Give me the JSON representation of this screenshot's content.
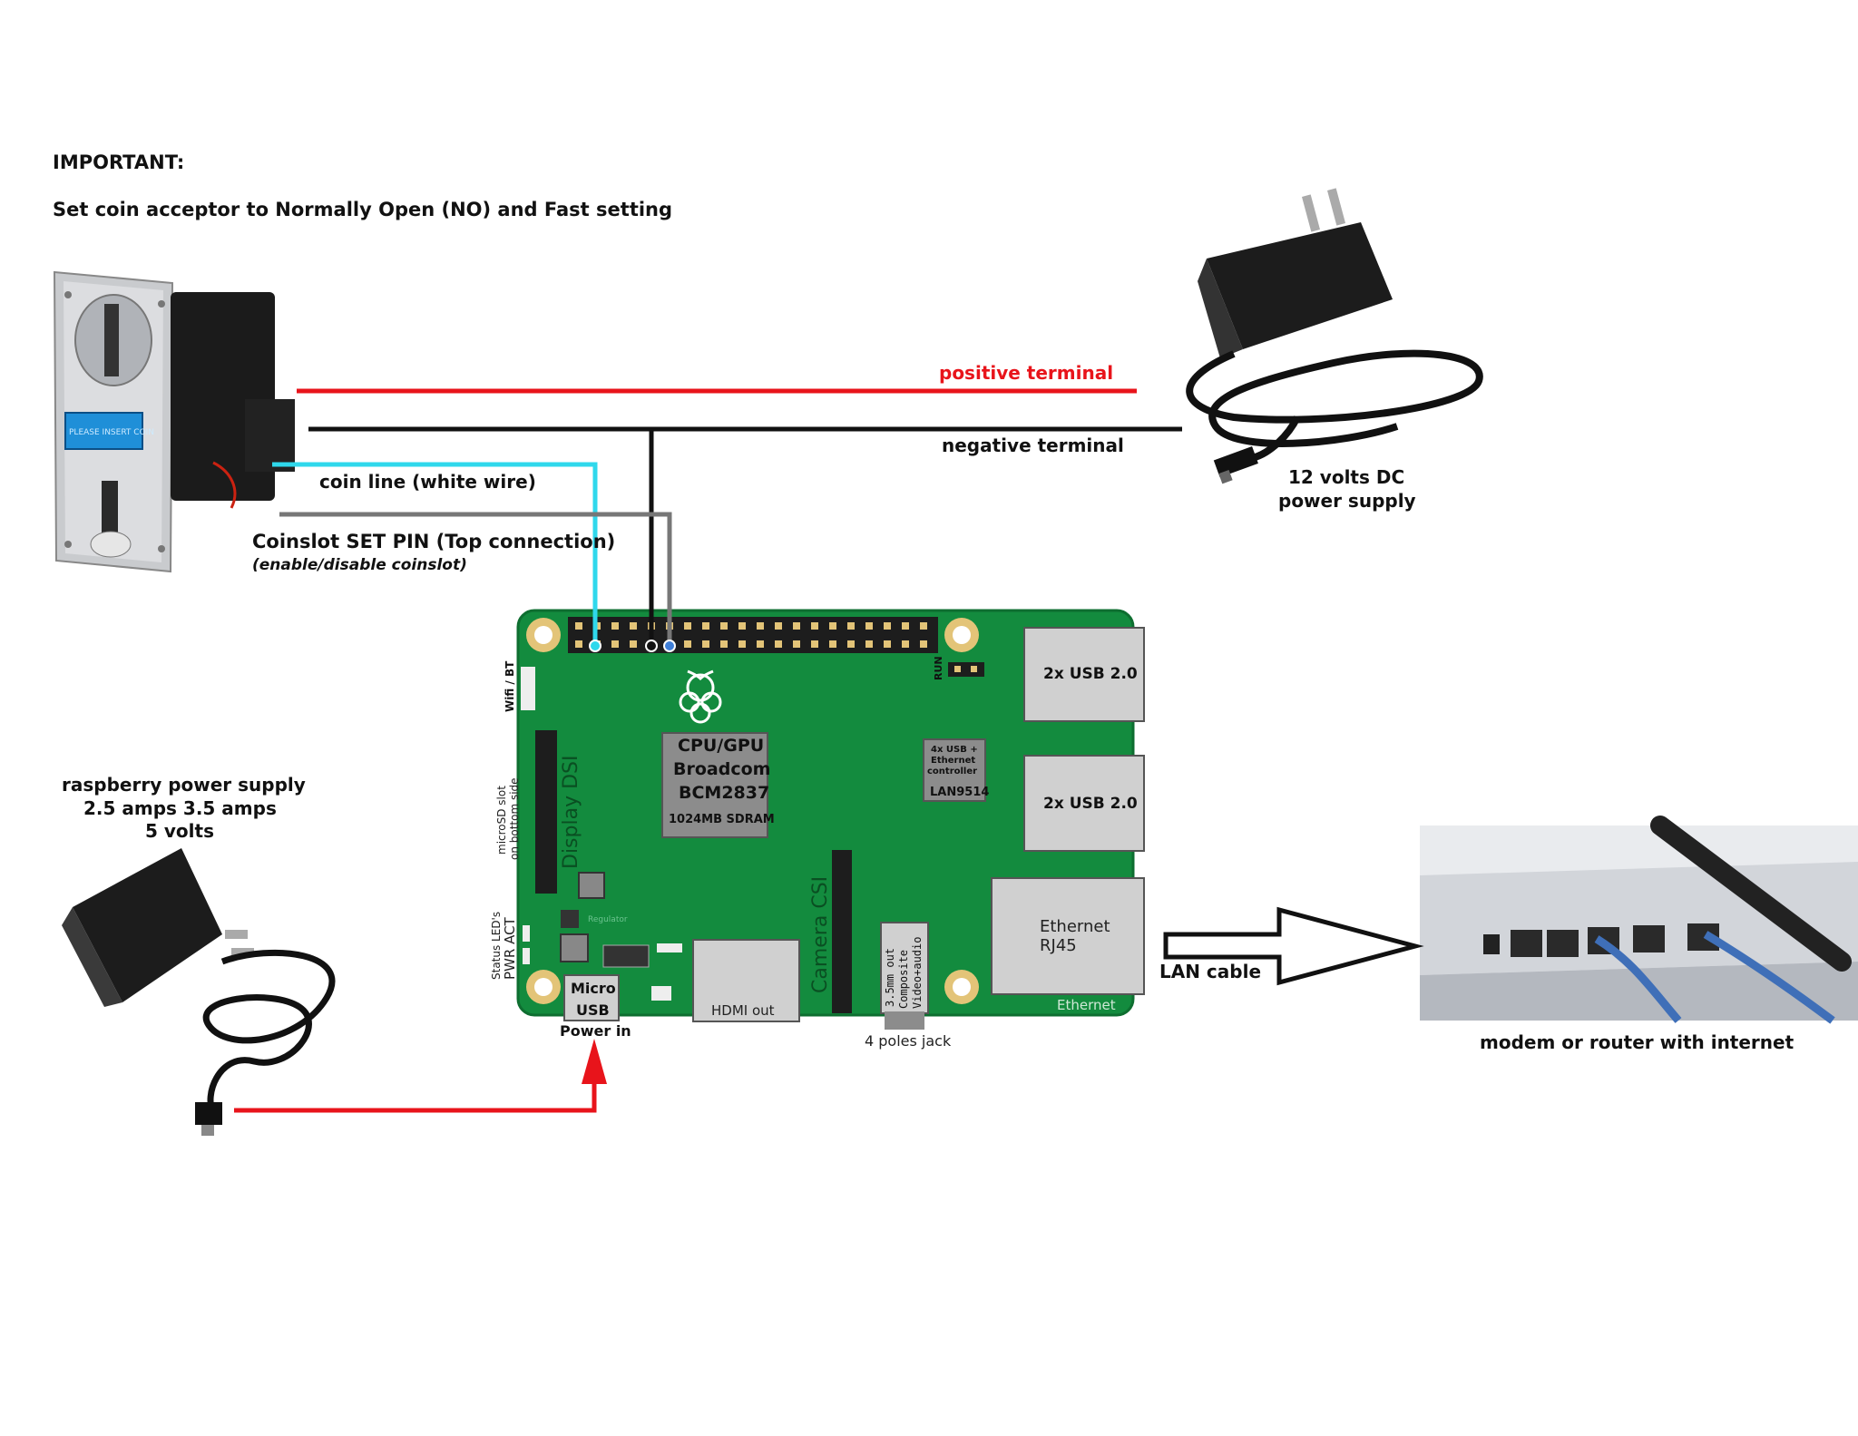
{
  "notes": {
    "important": "IMPORTANT:",
    "setting": "Set coin acceptor to Normally Open (NO) and Fast setting"
  },
  "wires": {
    "positive": "positive terminal",
    "negative": "negative terminal",
    "coin_line": "coin line (white wire)",
    "set_pin": "Coinslot SET PIN (Top connection)",
    "set_pin_note": "(enable/disable coinslot)",
    "lan": "LAN cable"
  },
  "devices": {
    "coin_acceptor_label": "PLEASE INSERT COIN",
    "dc_supply_line1": "12 volts DC",
    "dc_supply_line2": "power supply",
    "pi_supply_line1": "raspberry power supply",
    "pi_supply_line2": "2.5 amps  3.5 amps",
    "pi_supply_line3": "5 volts",
    "router": "modem or router with internet"
  },
  "board": {
    "wifi": "Wifi / BT",
    "microsd_1": "microSD slot",
    "microsd_2": "on bottom side",
    "display": "Display DSI",
    "status_1": "Status LED's",
    "status_2": "PWR  ACT",
    "cpu_1": "CPU/GPU",
    "cpu_2": "Broadcom",
    "cpu_3": "BCM2837",
    "cpu_4": "1024MB SDRAM",
    "regulator": "Regulator",
    "run": "RUN",
    "usb_top": "2x USB 2.0",
    "usb_bottom": "2x USB 2.0",
    "lan_chip_1": "4x USB +",
    "lan_chip_2": "Ethernet",
    "lan_chip_3": "controller",
    "lan_chip_4": "LAN9514",
    "ethernet_1": "Ethernet",
    "ethernet_2": "RJ45",
    "ethernet_edge": "Ethernet",
    "camera": "Camera CSI",
    "hdmi": "HDMI out",
    "micro_usb_1": "Micro",
    "micro_usb_2": "USB",
    "power_in": "Power in",
    "jack_1": "3.5mm out",
    "jack_2": "Composite",
    "jack_3": "Video+audio",
    "jack_4": "4 poles jack"
  },
  "colors": {
    "board": "#138b3e",
    "positive_wire": "#e8141b",
    "negative_wire": "#111111",
    "coin_wire": "#2fd8ec",
    "set_wire": "#777777",
    "pi_power_wire": "#e8141b"
  }
}
